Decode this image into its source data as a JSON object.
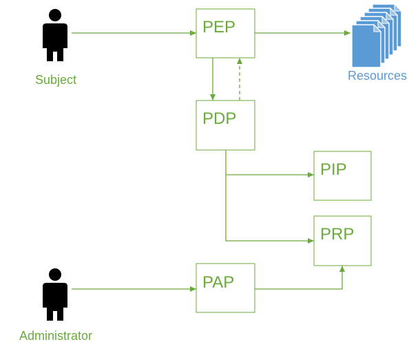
{
  "colors": {
    "accent_green": "#6aaa3a",
    "resource_blue": "#5b9bd5",
    "background": "#ffffff"
  },
  "actors": {
    "subject": {
      "label": "Subject",
      "icon": "person-icon"
    },
    "administrator": {
      "label": "Administrator",
      "icon": "person-icon"
    }
  },
  "resources": {
    "label": "Resources",
    "icon": "document-stack-icon"
  },
  "nodes": {
    "pep": {
      "label": "PEP"
    },
    "pdp": {
      "label": "PDP"
    },
    "pip": {
      "label": "PIP"
    },
    "prp": {
      "label": "PRP"
    },
    "pap": {
      "label": "PAP"
    }
  },
  "edges": [
    {
      "from": "Subject",
      "to": "PEP",
      "style": "solid"
    },
    {
      "from": "PEP",
      "to": "Resources",
      "style": "solid"
    },
    {
      "from": "PEP",
      "to": "PDP",
      "style": "solid"
    },
    {
      "from": "PDP",
      "to": "PEP",
      "style": "dashed"
    },
    {
      "from": "PDP",
      "to": "PIP",
      "style": "solid"
    },
    {
      "from": "PDP",
      "to": "PRP",
      "style": "solid"
    },
    {
      "from": "Administrator",
      "to": "PAP",
      "style": "solid"
    },
    {
      "from": "PAP",
      "to": "PRP",
      "style": "solid"
    }
  ]
}
